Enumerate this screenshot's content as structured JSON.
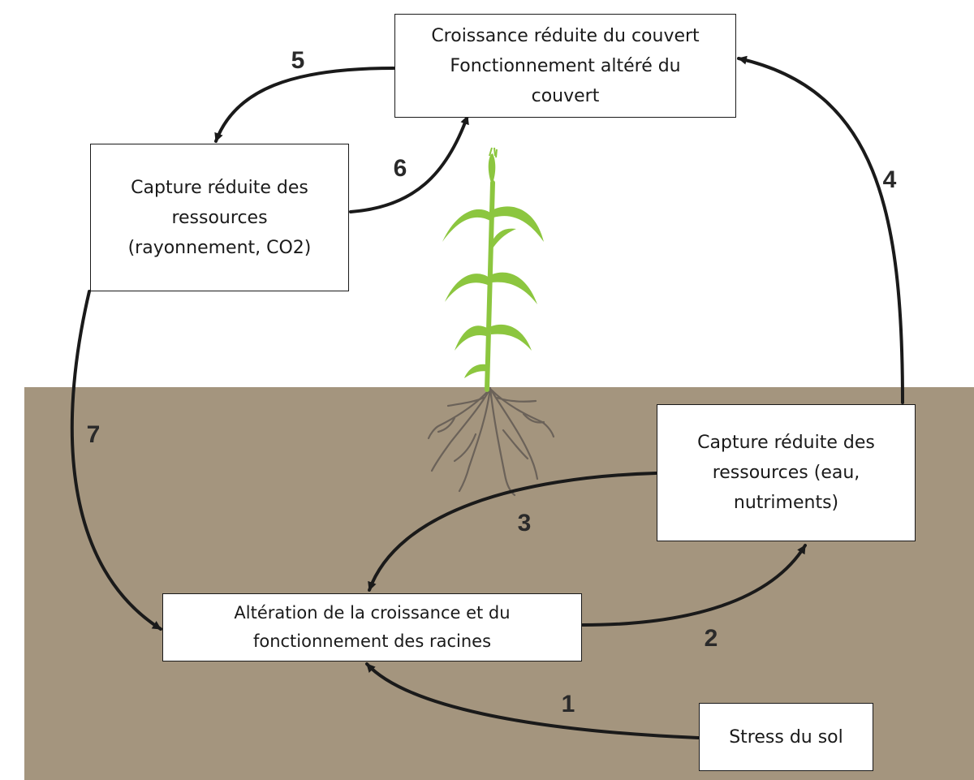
{
  "boxes": {
    "canopy": {
      "lines": [
        "Croissance réduite du couvert",
        "Fonctionnement altéré du",
        "couvert"
      ]
    },
    "aerial_resources": {
      "lines": [
        "Capture réduite des",
        "ressources",
        "(rayonnement, CO2)"
      ]
    },
    "soil_resources": {
      "lines": [
        "Capture réduite des",
        "ressources (eau,",
        "nutriments)"
      ]
    },
    "roots": {
      "lines": [
        "Altération de la croissance et du",
        "fonctionnement des racines"
      ]
    },
    "stress": {
      "lines": [
        "Stress du sol"
      ]
    }
  },
  "arrows": {
    "a1": "1",
    "a2": "2",
    "a3": "3",
    "a4": "4",
    "a5": "5",
    "a6": "6",
    "a7": "7"
  },
  "colors": {
    "soil": "#a4957e",
    "plant": "#8cc63f",
    "roots": "#6b6259",
    "arrow": "#1a1a1a"
  }
}
